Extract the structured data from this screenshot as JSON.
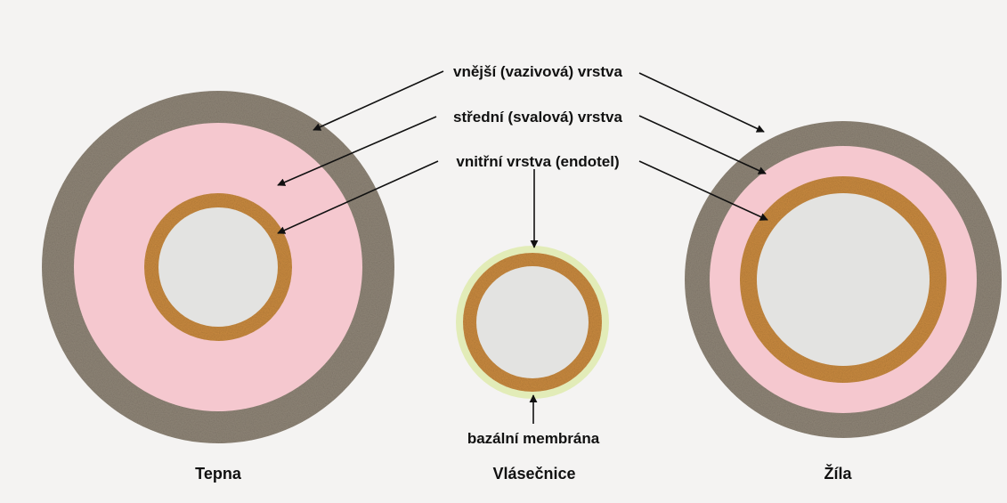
{
  "labels": {
    "outer_layer": "vnější (vazivová) vrstva",
    "middle_layer": "střední (svalová) vrstva",
    "inner_layer": "vnitřní vrstva (endotel)",
    "basement_membrane": "bazální membrána"
  },
  "captions": {
    "artery": "Tepna",
    "capillary": "Vlásečnice",
    "vein": "Žíla"
  },
  "colors": {
    "outer_layer": "#8f8577",
    "middle_layer": "#f5c8cf",
    "inner_layer": "#c98a3f",
    "lumen": "#e3e3e1",
    "basement_membrane": "#e2ecb8",
    "background": "#f4f3f2"
  }
}
